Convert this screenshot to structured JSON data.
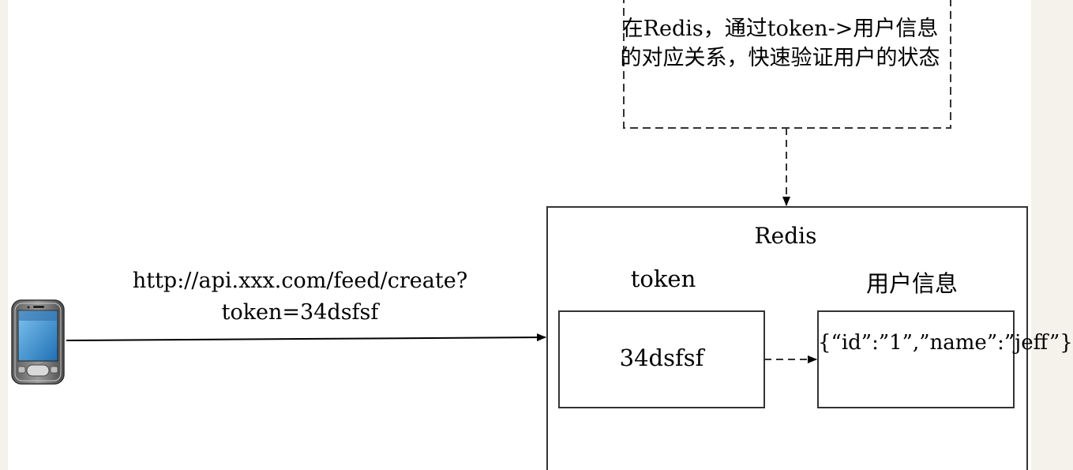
{
  "note": {
    "text": "在Redis，通过token->用户信息的对应关系，快速验证用户的状态"
  },
  "redis": {
    "title": "Redis",
    "token_label": "token",
    "userinfo_label": "用户信息",
    "token_value": "34dsfsf",
    "userinfo_value": "{“id”:”1”,”name”:”jeff”}"
  },
  "request": {
    "url_line1": "http://api.xxx.com/feed/create?",
    "url_line2": "token=34dsfsf"
  },
  "icons": {
    "client": "mobile-phone-icon"
  }
}
